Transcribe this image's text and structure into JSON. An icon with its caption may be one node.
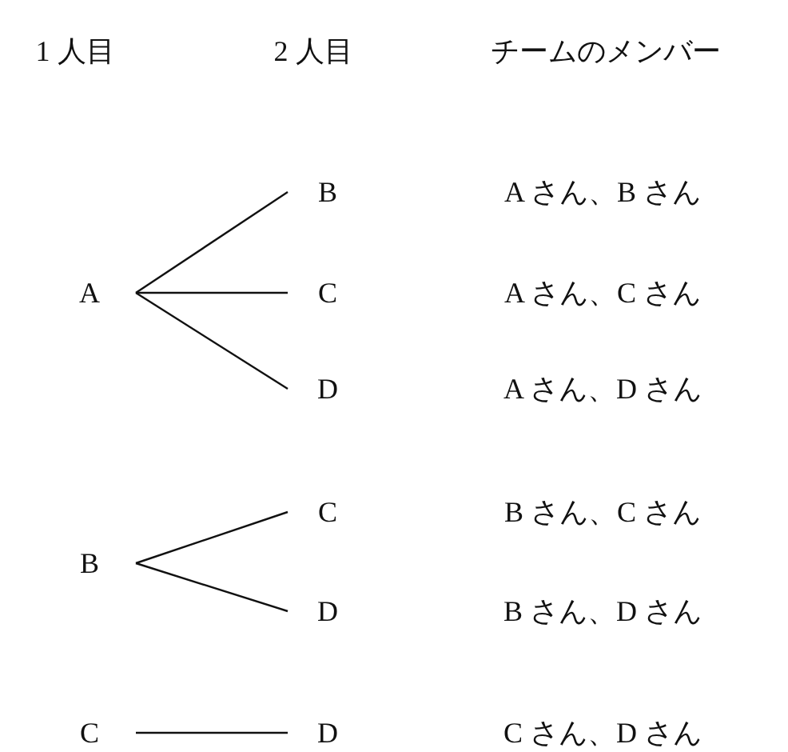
{
  "diagram": {
    "nodes": [
      {
        "text": [
          "A"
        ]
      },
      {
        "text": [
          "B"
        ]
      },
      {
        "text": [
          "C"
        ]
      },
      {
        "text": [
          "D"
        ]
      },
      {
        "text": [
          "B"
        ]
      },
      {
        "text": [
          "C"
        ]
      },
      {
        "text": [
          "D"
        ]
      },
      {
        "text": [
          "C"
        ]
      },
      {
        "text": [
          "D"
        ]
      }
    ],
    "edges": [
      {
        "from": 0,
        "to": 1,
        "arrow": "none"
      },
      {
        "from": 0,
        "to": 2,
        "arrow": "none"
      },
      {
        "from": 0,
        "to": 3,
        "arrow": "none"
      },
      {
        "from": 4,
        "to": 5,
        "arrow": "none"
      },
      {
        "from": 4,
        "to": 6,
        "arrow": "none"
      },
      {
        "from": 7,
        "to": 8,
        "arrow": "none"
      }
    ],
    "labels": [
      "1 人目",
      "2 人目",
      "チームのメンバー",
      "A さん、B さん",
      "A さん、C さん",
      "A さん、D さん",
      "B さん、C さん",
      "B さん、D さん",
      "C さん、D さん"
    ]
  }
}
